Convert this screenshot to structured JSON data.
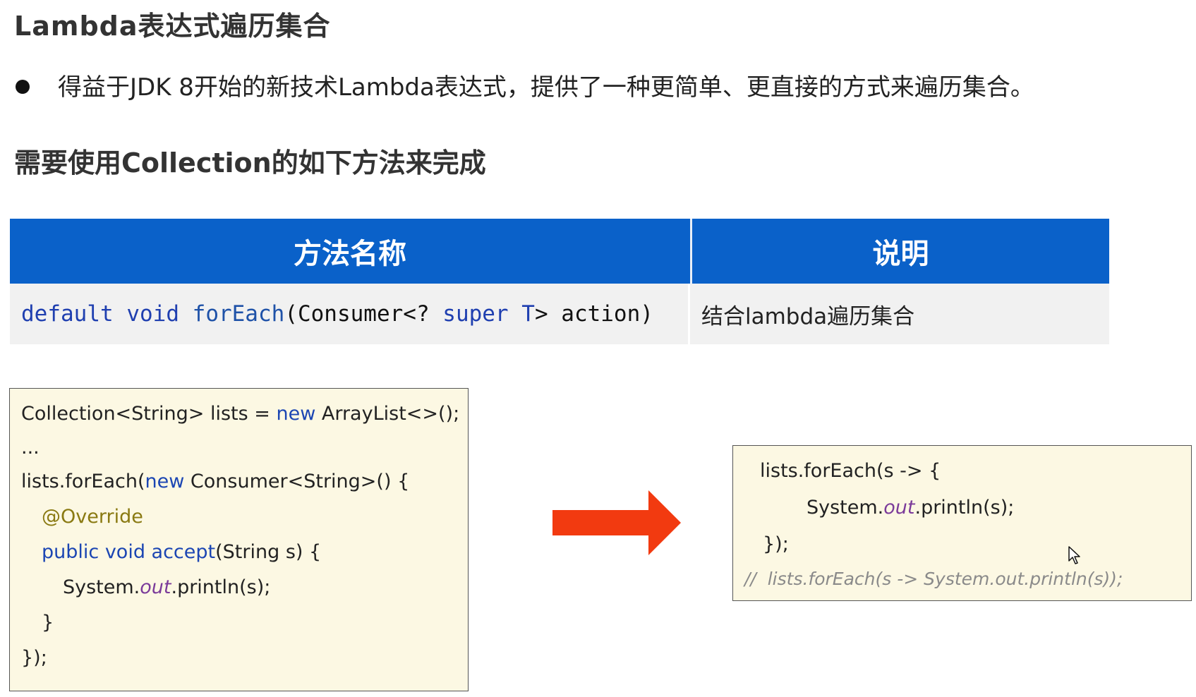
{
  "title": "Lambda表达式遍历集合",
  "bullet": "得益于JDK 8开始的新技术Lambda表达式，提供了一种更简单、更直接的方式来遍历集合。",
  "subtitle": "需要使用Collection的如下方法来完成",
  "table": {
    "headers": [
      "方法名称",
      "说明"
    ],
    "row": {
      "method": {
        "default": "default",
        "void": "void",
        "forEach": "forEach",
        "open": "(Consumer<? ",
        "super": "super",
        "T": "T",
        "rest": "> action)"
      },
      "description": "结合lambda遍历集合"
    }
  },
  "code_left": {
    "l1a": "Collection<String> lists = ",
    "l1new": "new",
    "l1b": " ArrayList<>();",
    "l2": "...",
    "l3a": "lists.forEach(",
    "l3new": "new",
    "l3b": " Consumer<String>() {",
    "l4": "@Override",
    "l5a": "public void accept",
    "l5b": "(String s) {",
    "l6a": "System.",
    "l6out": "out",
    "l6b": ".println(s);",
    "l7": "}",
    "l8": "});"
  },
  "code_right": {
    "l1": "lists.forEach(s -> {",
    "l2a": "System.",
    "l2out": "out",
    "l2b": ".println(s);",
    "l3": "});",
    "l4": "//  lists.forEach(s -> System.out.println(s));"
  },
  "colors": {
    "header_blue": "#0a61c9",
    "arrow_red": "#f23a10",
    "code_bg": "#fcf8e3"
  },
  "icons": [
    "bullet-dot",
    "right-arrow",
    "mouse-cursor-icon"
  ]
}
